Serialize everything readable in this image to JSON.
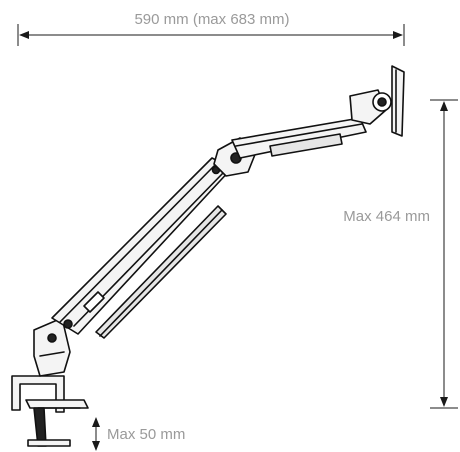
{
  "dimensions": {
    "width_label": "590 mm (max 683 mm)",
    "height_label": "Max 464 mm",
    "clamp_label": "Max 50 mm"
  },
  "colors": {
    "dimension_lines": "#1a1a1a",
    "label_text": "#9a9a9a",
    "arm_outline": "#111111",
    "arm_fill": "#f4f4f4"
  }
}
